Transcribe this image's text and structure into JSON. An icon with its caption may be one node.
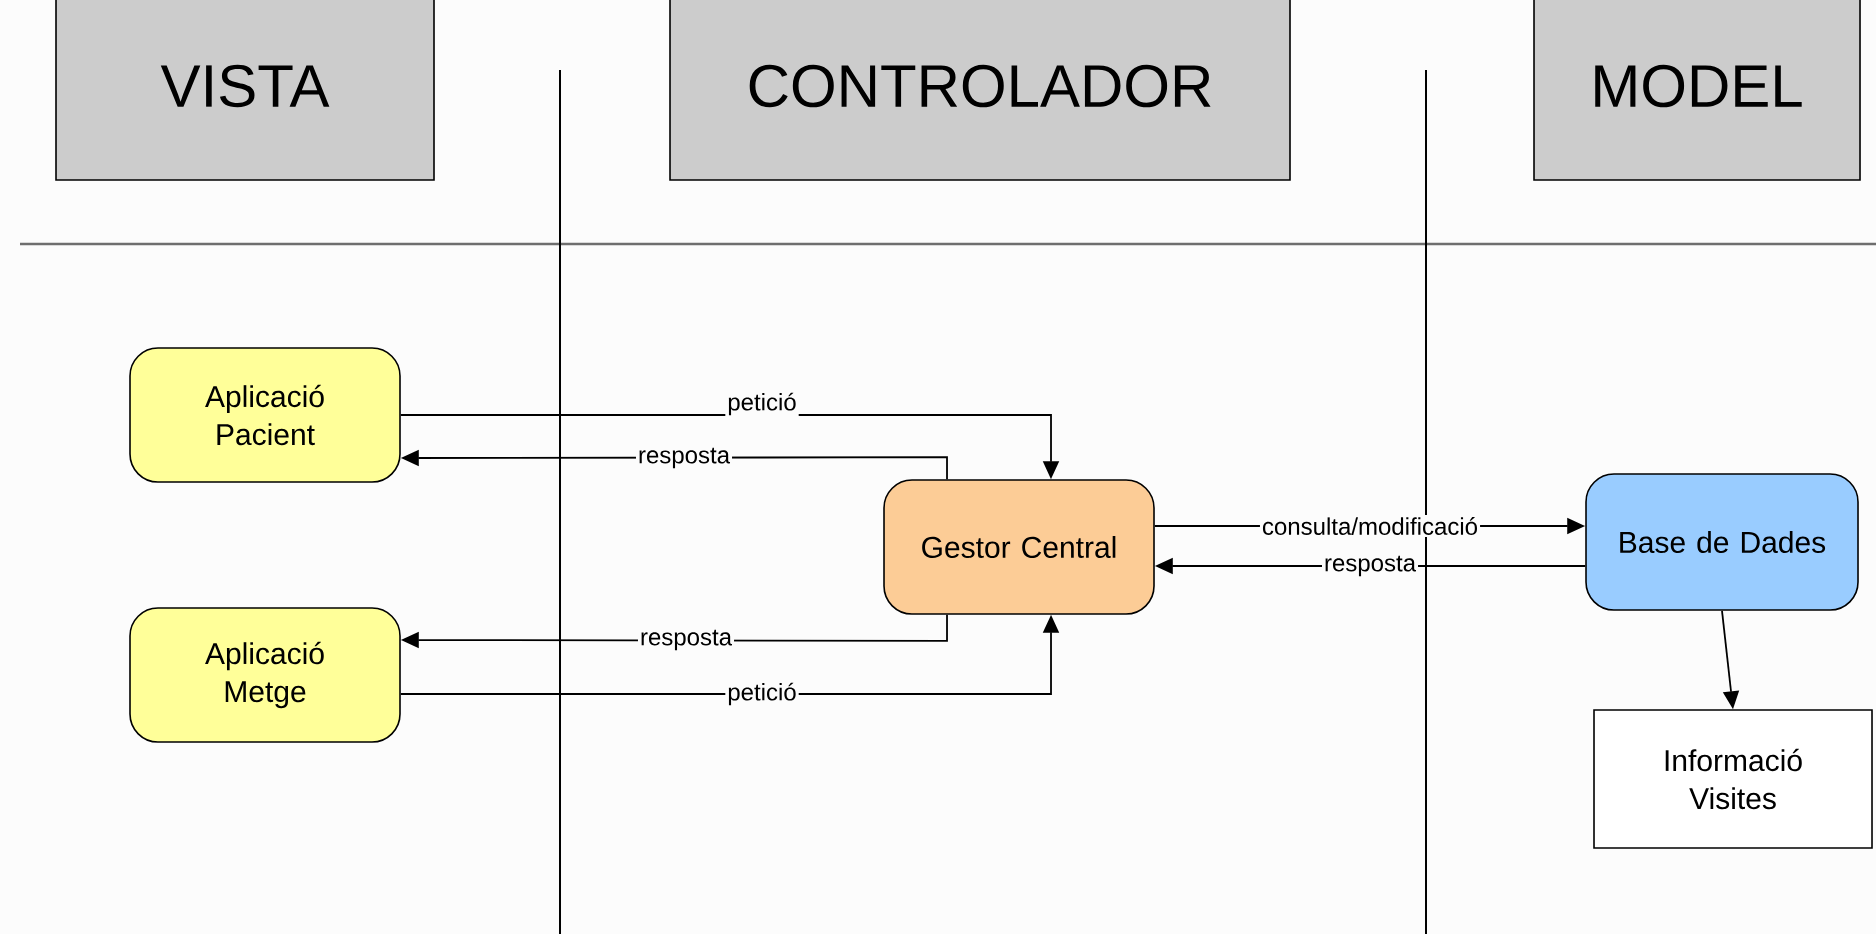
{
  "diagram": {
    "nodes": [
      {
        "text": [
          "VISTA"
        ]
      },
      {
        "text": [
          "CONTROLADOR"
        ]
      },
      {
        "text": [
          "MODEL"
        ]
      },
      {
        "text": [
          "Aplicació Pacient"
        ]
      },
      {
        "text": [
          "Aplicació Metge"
        ]
      },
      {
        "text": [
          "Gestor Central"
        ]
      },
      {
        "text": [
          "Base de Dades"
        ]
      },
      {
        "text": [
          "Informació Visites"
        ]
      }
    ],
    "edges": [
      {
        "from": 3,
        "to": 5,
        "arrow": "to",
        "label": "petició"
      },
      {
        "from": 5,
        "to": 3,
        "arrow": "to",
        "label": "resposta"
      },
      {
        "from": 5,
        "to": 4,
        "arrow": "to",
        "label": "resposta"
      },
      {
        "from": 4,
        "to": 5,
        "arrow": "to",
        "label": "petició"
      },
      {
        "from": 5,
        "to": 6,
        "arrow": "to",
        "label": "consulta/modificació"
      },
      {
        "from": 6,
        "to": 5,
        "arrow": "to",
        "label": "resposta"
      },
      {
        "from": 6,
        "to": 7,
        "arrow": "to"
      }
    ]
  }
}
